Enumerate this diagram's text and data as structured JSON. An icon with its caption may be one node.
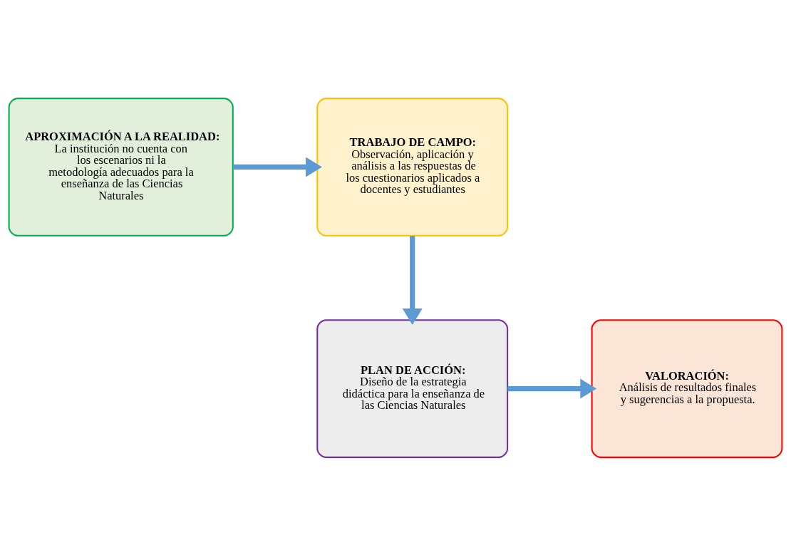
{
  "diagram": {
    "nodes": [
      {
        "text": [
          "APROXIMACIÓN A LA REALIDAD:",
          "La institución no cuenta con los escenarios ni la metodología adecuados para la enseñanza de las Ciencias Naturales"
        ]
      },
      {
        "text": [
          "TRABAJO DE CAMPO:",
          "Observación, aplicación y análisis a las respuestas de los cuestionarios aplicados a docentes y estudiantes"
        ]
      },
      {
        "text": [
          "PLAN DE ACCIÓN:",
          "Diseño de la estrategia didáctica para la enseñanza de las Ciencias Naturales"
        ]
      },
      {
        "text": [
          "VALORACIÓN:",
          "Análisis de resultados finales y sugerencias a la propuesta."
        ]
      }
    ],
    "edges": [
      {
        "from": 0,
        "to": 1,
        "arrow": "to"
      },
      {
        "from": 1,
        "to": 2,
        "arrow": "to"
      },
      {
        "from": 2,
        "to": 3,
        "arrow": "to"
      }
    ]
  }
}
